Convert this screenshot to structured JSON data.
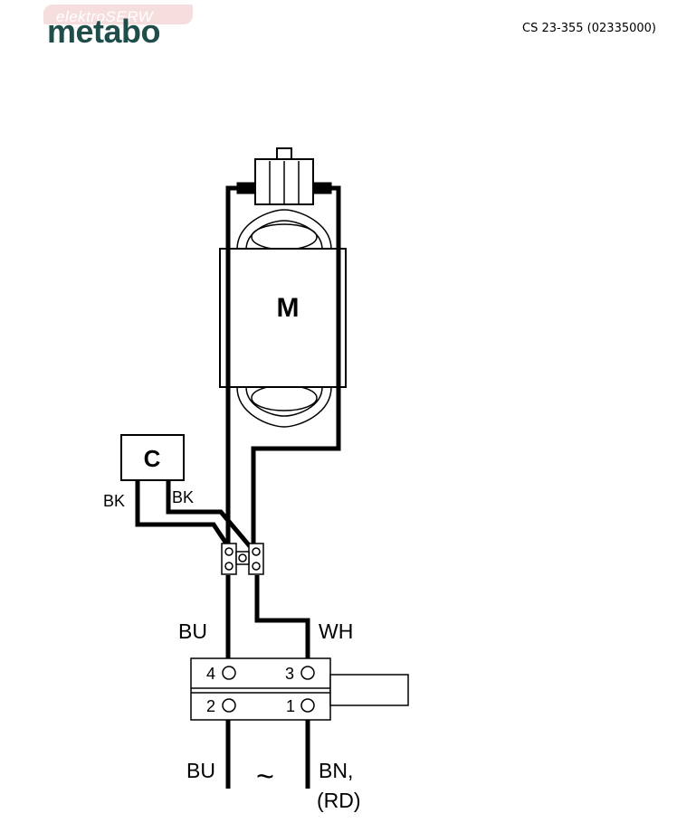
{
  "header": {
    "watermark": "elektroSERW",
    "brand": "metabo",
    "model_code": "CS 23-355 (02335000)"
  },
  "diagram": {
    "motor_label": "M",
    "capacitor_label": "C",
    "capacitor_wire_left": "BK",
    "capacitor_wire_right": "BK",
    "wire_left_upper": "BU",
    "wire_right_upper": "WH",
    "terminal_4": "4",
    "terminal_3": "3",
    "terminal_2": "2",
    "terminal_1": "1",
    "supply_left": "BU",
    "supply_symbol": "~",
    "supply_right_1": "BN,",
    "supply_right_2": "(RD)"
  }
}
